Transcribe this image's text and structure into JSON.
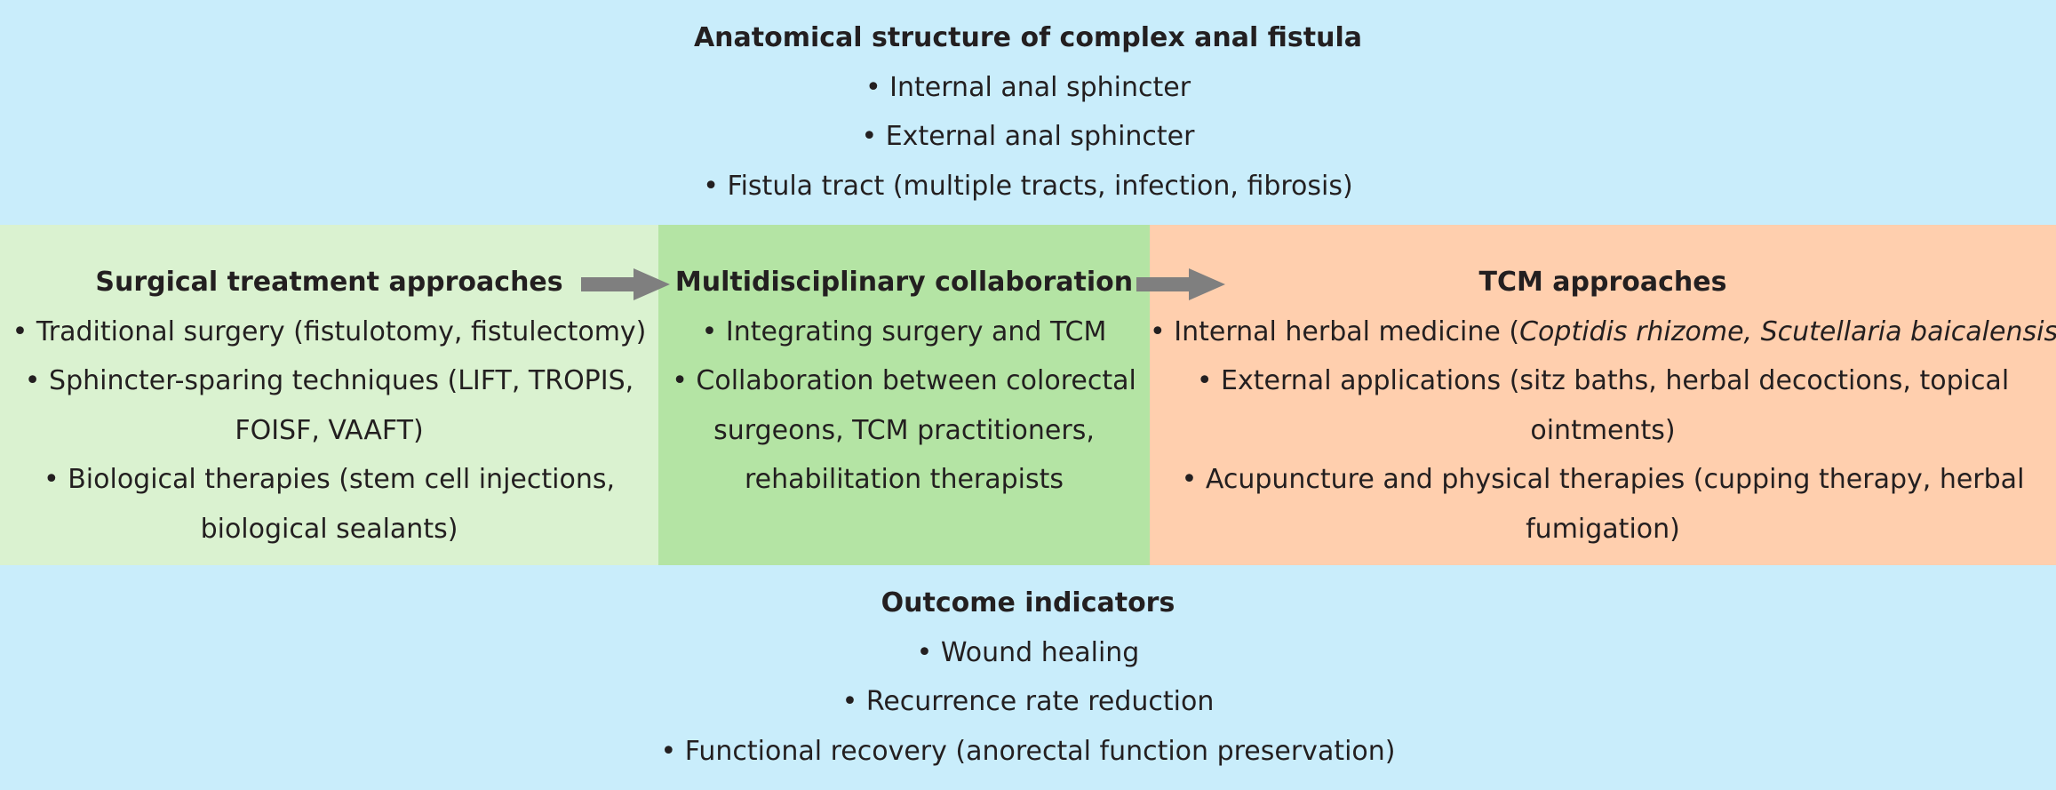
{
  "top": {
    "title": "Anatomical structure of complex anal fistula",
    "items": [
      "• Internal anal sphincter",
      "• External anal sphincter",
      "• Fistula tract (multiple tracts, infection, fibrosis)"
    ]
  },
  "left": {
    "title": "Surgical treatment approaches",
    "lines": [
      "• Traditional surgery (fistulotomy, fistulectomy)",
      "• Sphincter-sparing techniques (LIFT, TROPIS,",
      "FOISF, VAAFT)",
      "• Biological therapies (stem cell injections,",
      "biological sealants)"
    ]
  },
  "middle": {
    "title": "Multidisciplinary collaboration",
    "lines": [
      "• Integrating surgery and TCM",
      "• Collaboration between colorectal",
      "surgeons, TCM practitioners,",
      "rehabilitation therapists"
    ]
  },
  "right": {
    "title": "TCM approaches",
    "herbal_prefix": "• Internal herbal medicine (",
    "herbal_italic": "Coptidis rhizome, Scutellaria baicalensis",
    "herbal_suffix": ")",
    "lines": [
      "• External applications (sitz baths, herbal decoctions, topical",
      "ointments)",
      "• Acupuncture and physical therapies (cupping therapy, herbal",
      "fumigation)"
    ]
  },
  "bottom": {
    "title": "Outcome indicators",
    "items": [
      "• Wound healing",
      "• Recurrence rate reduction",
      "• Functional recovery (anorectal function preservation)"
    ]
  },
  "colors": {
    "top_bottom_bg": "#c9edfb",
    "left_bg": "#daf2d0",
    "middle_bg": "#b4e4a4",
    "right_bg": "#ffcfae",
    "arrow": "#7f7f7f",
    "text": "#231f20"
  }
}
